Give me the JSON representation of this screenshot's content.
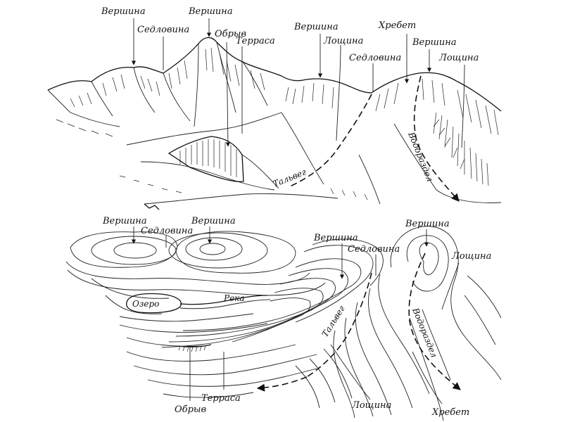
{
  "landscape": {
    "labels": {
      "peak_1": "Вершина",
      "saddle_1": "Седловина",
      "peak_2": "Вершина",
      "cliff": "Обрыв",
      "terrace": "Терраса",
      "peak_3": "Вершина",
      "hollow_1": "Лощина",
      "saddle_2": "Седловина",
      "ridge": "Хребет",
      "peak_4": "Вершина",
      "hollow_2": "Лощина",
      "thalweg": "Тальвег",
      "watershed": "Водораздел"
    }
  },
  "map": {
    "labels": {
      "peak_1": "Вершина",
      "saddle_1": "Седловина",
      "peak_2": "Вершина",
      "peak_3": "Вершина",
      "saddle_2": "Седловина",
      "peak_4": "Вершина",
      "hollow_1": "Лощина",
      "lake": "Озеро",
      "river": "Река",
      "thalweg": "Тальвег",
      "watershed": "Водораздел",
      "cliff": "Обрыв",
      "terrace": "Терраса",
      "hollow_2": "Лощина",
      "ridge": "Хребет"
    }
  },
  "style": {
    "ink": "#111111",
    "paper": "#ffffff"
  }
}
